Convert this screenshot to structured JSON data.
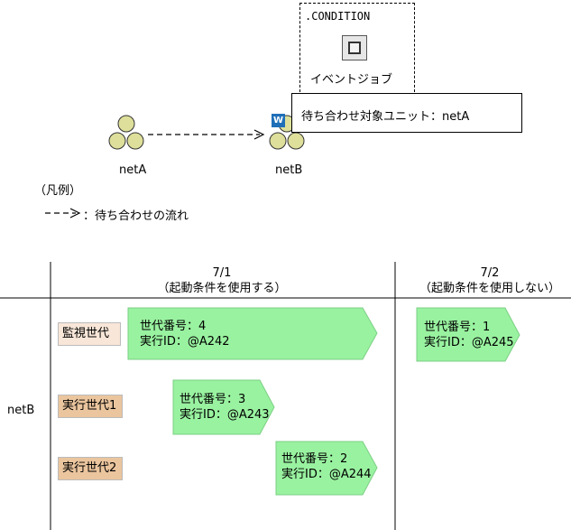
{
  "top": {
    "condition_label": ".CONDITION",
    "event_job_label": "イベントジョブ",
    "target_text": "待ち合わせ対象ユニット：netA",
    "badge_letter": "W",
    "netA_label": "netA",
    "netB_label": "netB",
    "legend_title": "（凡例）",
    "legend_text": "：待ち合わせの流れ"
  },
  "timeline": {
    "row_label": "netB",
    "columns": [
      {
        "date": "7/1",
        "note": "（起動条件を使用する）"
      },
      {
        "date": "7/2",
        "note": "（起動条件を使用しない）"
      }
    ],
    "generations": [
      {
        "label": "監視世代"
      },
      {
        "label": "実行世代1"
      },
      {
        "label": "実行世代2"
      }
    ],
    "bars": [
      {
        "gen": "世代番号：4",
        "exec": "実行ID：@A242"
      },
      {
        "gen": "世代番号：3",
        "exec": "実行ID：@A243"
      },
      {
        "gen": "世代番号：2",
        "exec": "実行ID：@A244"
      },
      {
        "gen": "世代番号：1",
        "exec": "実行ID：@A245"
      }
    ]
  },
  "colors": {
    "bar_fill": "#99f2a0",
    "bar_stroke": "#7ccf84",
    "node_fill": "#dddf9a",
    "badge": "#1f6fb8",
    "watch_label_bg": "#f8e6d8",
    "run_label_bg": "#eac59e"
  }
}
